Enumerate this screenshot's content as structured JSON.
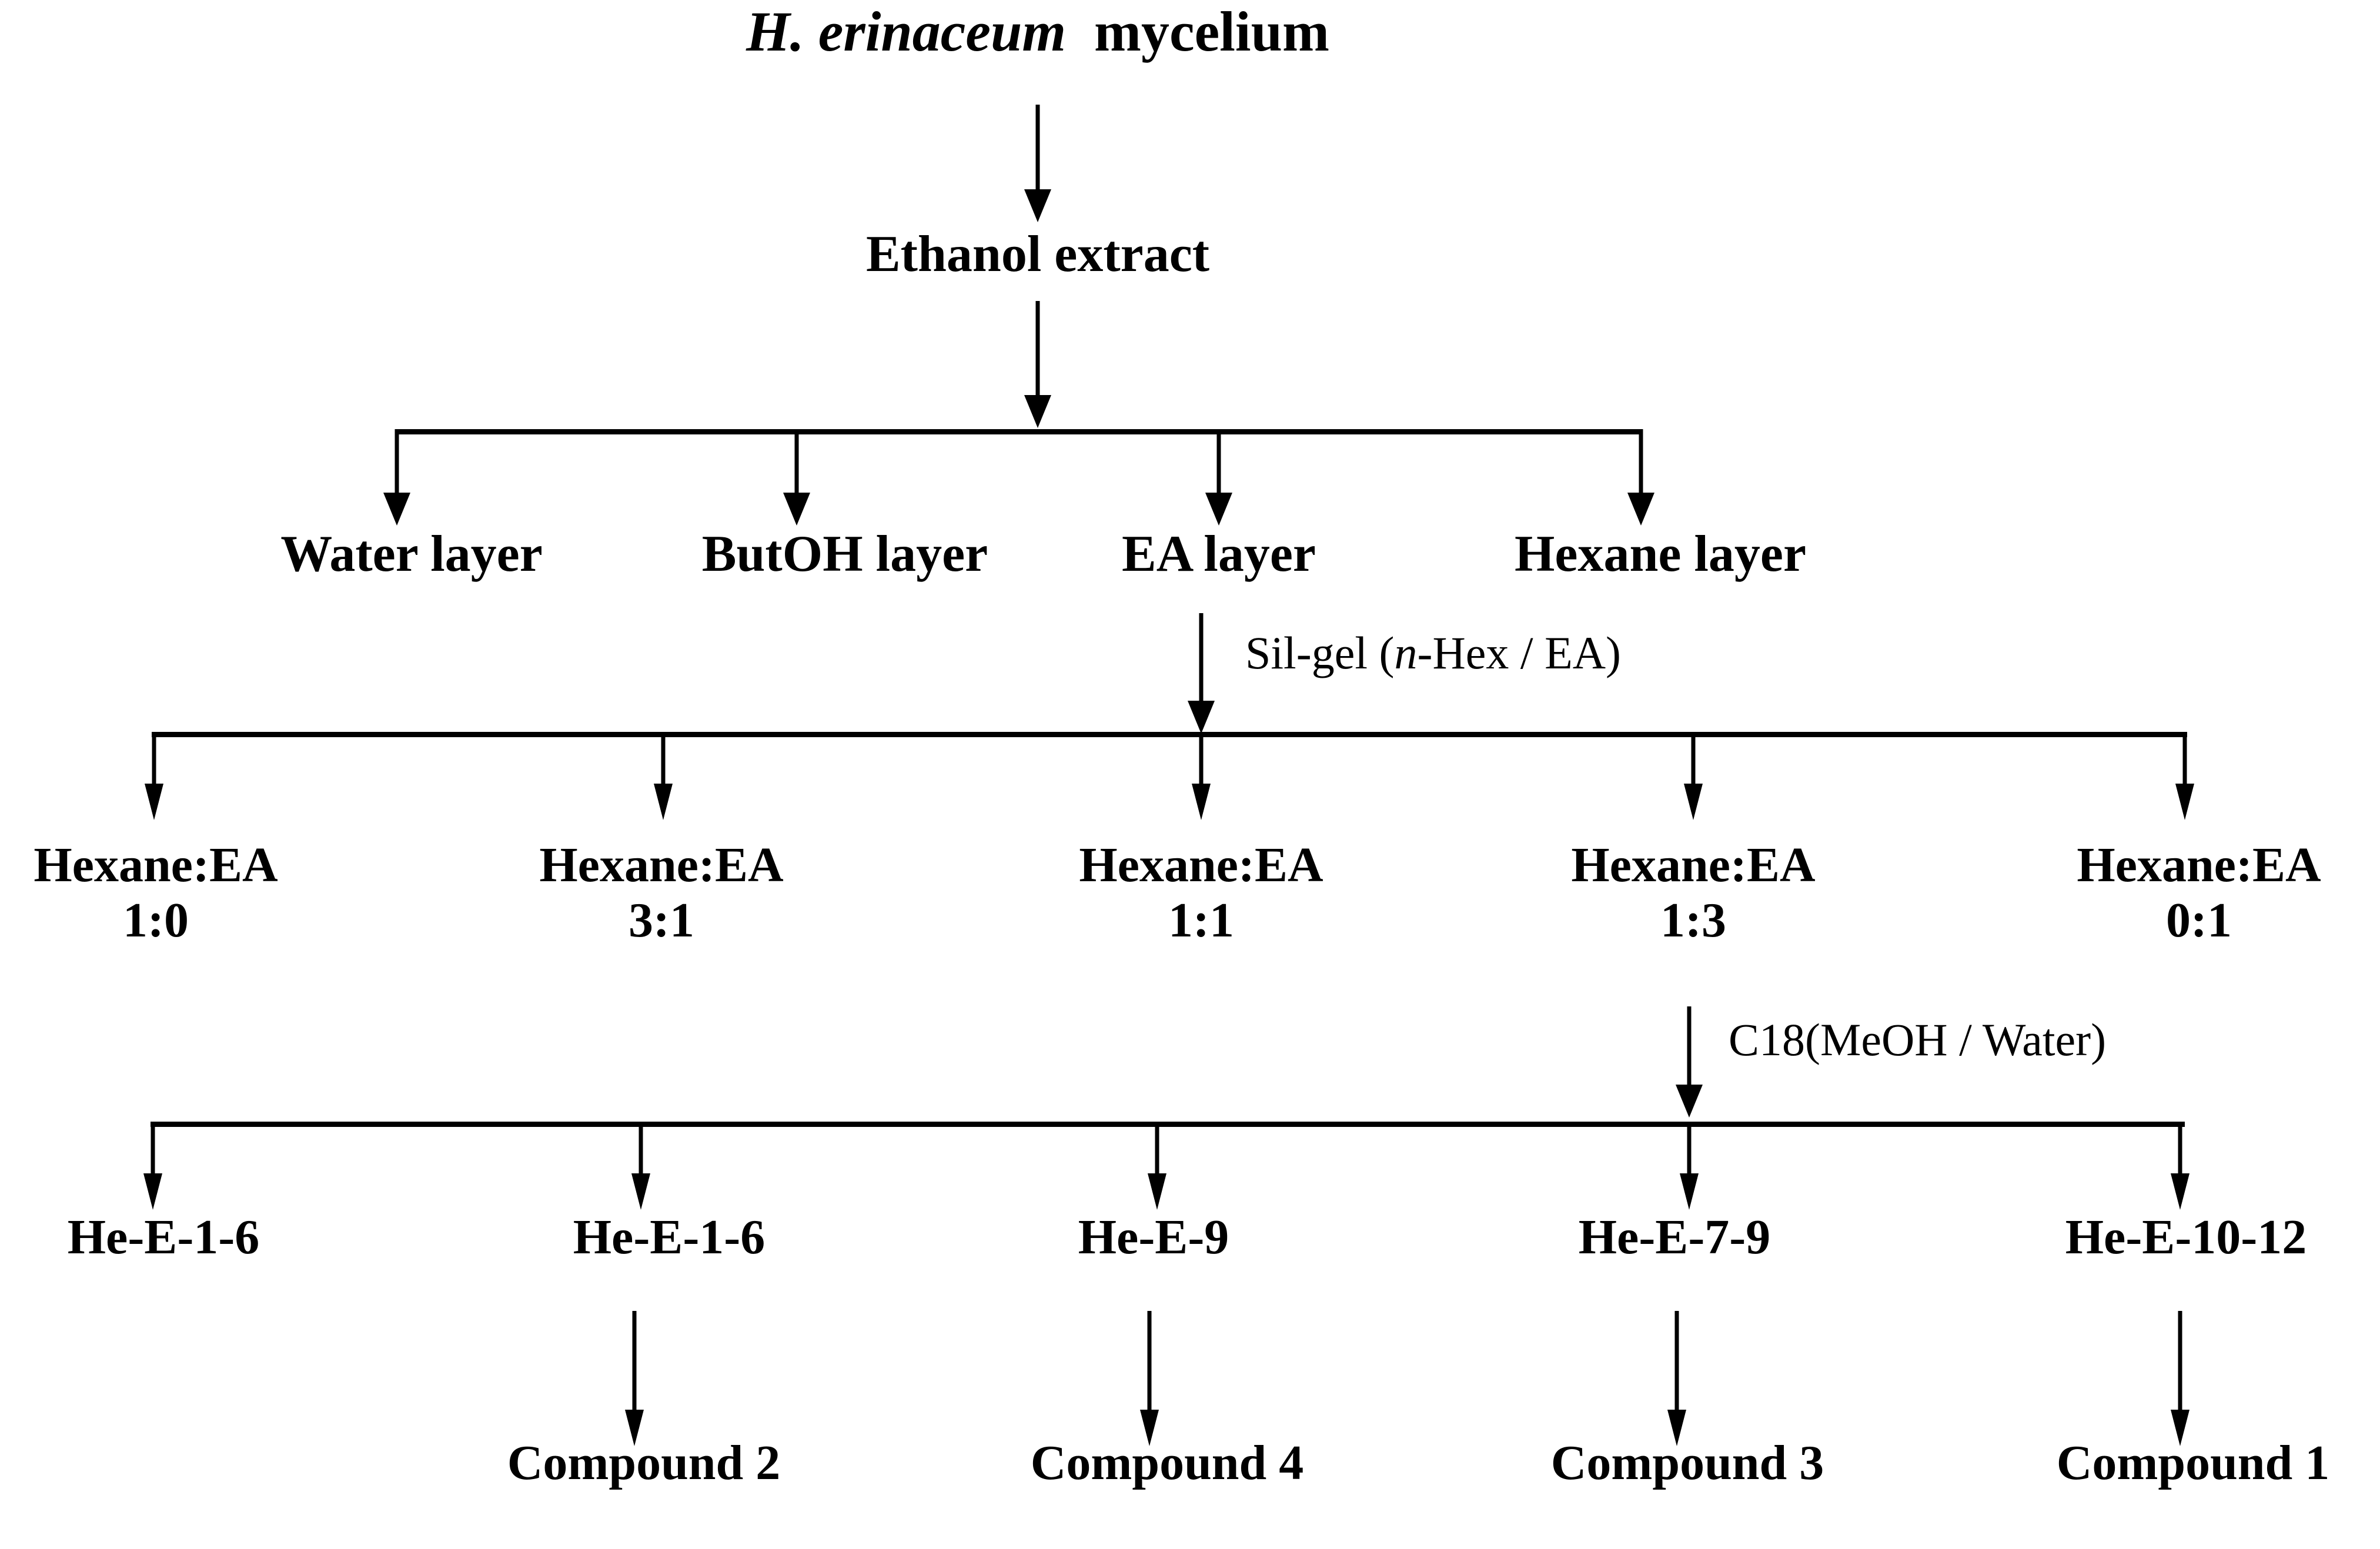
{
  "diagram": {
    "type": "flowchart",
    "orientation": "top-down",
    "title_node": {
      "species": "H. erinaceum",
      "suffix": "mycelium"
    },
    "level1": {
      "label": "Ethanol extract"
    },
    "level2": {
      "items": [
        {
          "label": "Water layer"
        },
        {
          "label": "ButOH layer"
        },
        {
          "label": "EA layer"
        },
        {
          "label": "Hexane layer"
        }
      ]
    },
    "annotations": {
      "sil_gel": {
        "prefix": "Sil-gel (",
        "italic": "n",
        "suffix": "-Hex / EA)"
      },
      "c18": "C18(MeOH / Water)"
    },
    "level3": {
      "items": [
        {
          "name": "Hexane:EA",
          "ratio": "1:0"
        },
        {
          "name": "Hexane:EA",
          "ratio": "3:1"
        },
        {
          "name": "Hexane:EA",
          "ratio": "1:1"
        },
        {
          "name": "Hexane:EA",
          "ratio": "1:3"
        },
        {
          "name": "Hexane:EA",
          "ratio": "0:1"
        }
      ]
    },
    "level4": {
      "items": [
        {
          "label": "He-E-1-6"
        },
        {
          "label": "He-E-1-6"
        },
        {
          "label": "He-E-9"
        },
        {
          "label": "He-E-7-9"
        },
        {
          "label": "He-E-10-12"
        }
      ]
    },
    "level5": {
      "items": [
        {
          "label": "Compound 2"
        },
        {
          "label": "Compound 4"
        },
        {
          "label": "Compound 3"
        },
        {
          "label": "Compound 1"
        }
      ]
    },
    "colors": {
      "ink": "#000000",
      "background": "#ffffff"
    }
  }
}
